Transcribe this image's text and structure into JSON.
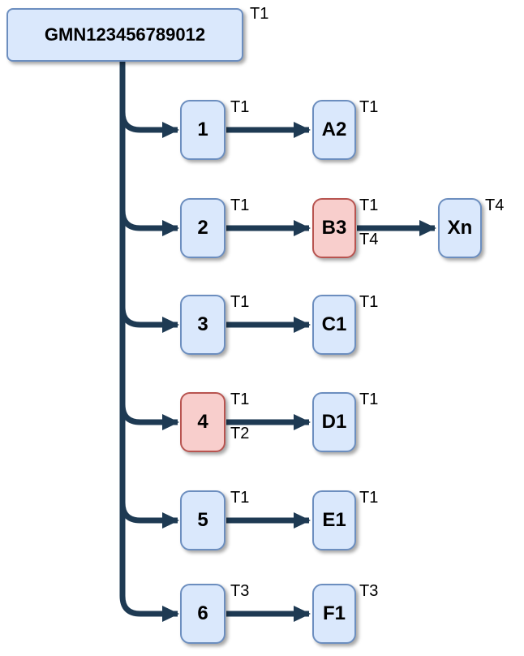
{
  "root": {
    "label": "GMN123456789012",
    "tag": "T1",
    "style": "blue"
  },
  "rows": [
    {
      "mid": {
        "label": "1",
        "style": "blue"
      },
      "mid_tags": [
        "T1"
      ],
      "leaf": {
        "label": "A2",
        "style": "blue"
      },
      "leaf_tags": [
        "T1"
      ]
    },
    {
      "mid": {
        "label": "2",
        "style": "blue"
      },
      "mid_tags": [
        "T1"
      ],
      "leaf": {
        "label": "B3",
        "style": "red"
      },
      "leaf_tags": [
        "T1",
        "T4"
      ],
      "extra": {
        "label": "Xn",
        "style": "blue"
      },
      "extra_tags": [
        "T4"
      ]
    },
    {
      "mid": {
        "label": "3",
        "style": "blue"
      },
      "mid_tags": [
        "T1"
      ],
      "leaf": {
        "label": "C1",
        "style": "blue"
      },
      "leaf_tags": [
        "T1"
      ]
    },
    {
      "mid": {
        "label": "4",
        "style": "red"
      },
      "mid_tags": [
        "T1",
        "T2"
      ],
      "leaf": {
        "label": "D1",
        "style": "blue"
      },
      "leaf_tags": [
        "T1"
      ]
    },
    {
      "mid": {
        "label": "5",
        "style": "blue"
      },
      "mid_tags": [
        "T1"
      ],
      "leaf": {
        "label": "E1",
        "style": "blue"
      },
      "leaf_tags": [
        "T1"
      ]
    },
    {
      "mid": {
        "label": "6",
        "style": "blue"
      },
      "mid_tags": [
        "T3"
      ],
      "leaf": {
        "label": "F1",
        "style": "blue"
      },
      "leaf_tags": [
        "T3"
      ]
    }
  ],
  "colors": {
    "blue_fill": "#dae8fc",
    "blue_border": "#6c8ebf",
    "red_fill": "#f8cecc",
    "red_border": "#b85450",
    "arrow": "#1e3a53",
    "text": "#000000"
  }
}
